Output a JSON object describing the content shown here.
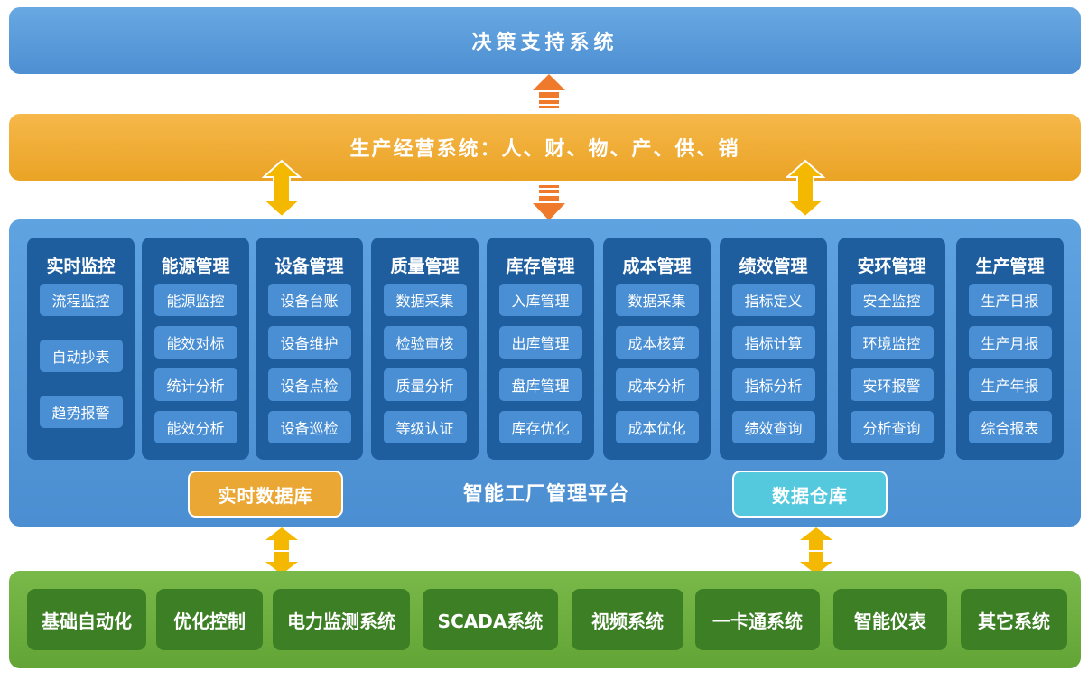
{
  "decision": {
    "label": "决策支持系统"
  },
  "operations": {
    "label": "生产经营系统：人、财、物、产、供、销"
  },
  "platform": {
    "title": "智能工厂管理平台",
    "realtime_db": "实时数据库",
    "data_warehouse": "数据仓库",
    "modules": [
      {
        "title": "实时监控",
        "items": [
          "流程监控",
          "自动抄表",
          "趋势报警"
        ]
      },
      {
        "title": "能源管理",
        "items": [
          "能源监控",
          "能效对标",
          "统计分析",
          "能效分析"
        ]
      },
      {
        "title": "设备管理",
        "items": [
          "设备台账",
          "设备维护",
          "设备点检",
          "设备巡检"
        ]
      },
      {
        "title": "质量管理",
        "items": [
          "数据采集",
          "检验审核",
          "质量分析",
          "等级认证"
        ]
      },
      {
        "title": "库存管理",
        "items": [
          "入库管理",
          "出库管理",
          "盘库管理",
          "库存优化"
        ]
      },
      {
        "title": "成本管理",
        "items": [
          "数据采集",
          "成本核算",
          "成本分析",
          "成本优化"
        ]
      },
      {
        "title": "绩效管理",
        "items": [
          "指标定义",
          "指标计算",
          "指标分析",
          "绩效查询"
        ]
      },
      {
        "title": "安环管理",
        "items": [
          "安全监控",
          "环境监控",
          "安环报警",
          "分析查询"
        ]
      },
      {
        "title": "生产管理",
        "items": [
          "生产日报",
          "生产月报",
          "生产年报",
          "综合报表"
        ]
      }
    ]
  },
  "systems": {
    "items": [
      "基础自动化",
      "优化控制",
      "电力监测系统",
      "SCADA系统",
      "视频系统",
      "一卡通系统",
      "智能仪表",
      "其它系统"
    ]
  },
  "colors": {
    "decision_band": "#5a9ada",
    "operations_band": "#efab33",
    "platform": "#5599da",
    "module_column": "#1f5e9e",
    "module_item": "#4a8fd4",
    "realtime_db": "#eaa733",
    "data_warehouse": "#54c9de",
    "systems_band": "#6aab3c",
    "system_box": "#3d7f25",
    "arrow_orange": "#ef7a2c",
    "arrow_yellow": "#f5b800"
  }
}
